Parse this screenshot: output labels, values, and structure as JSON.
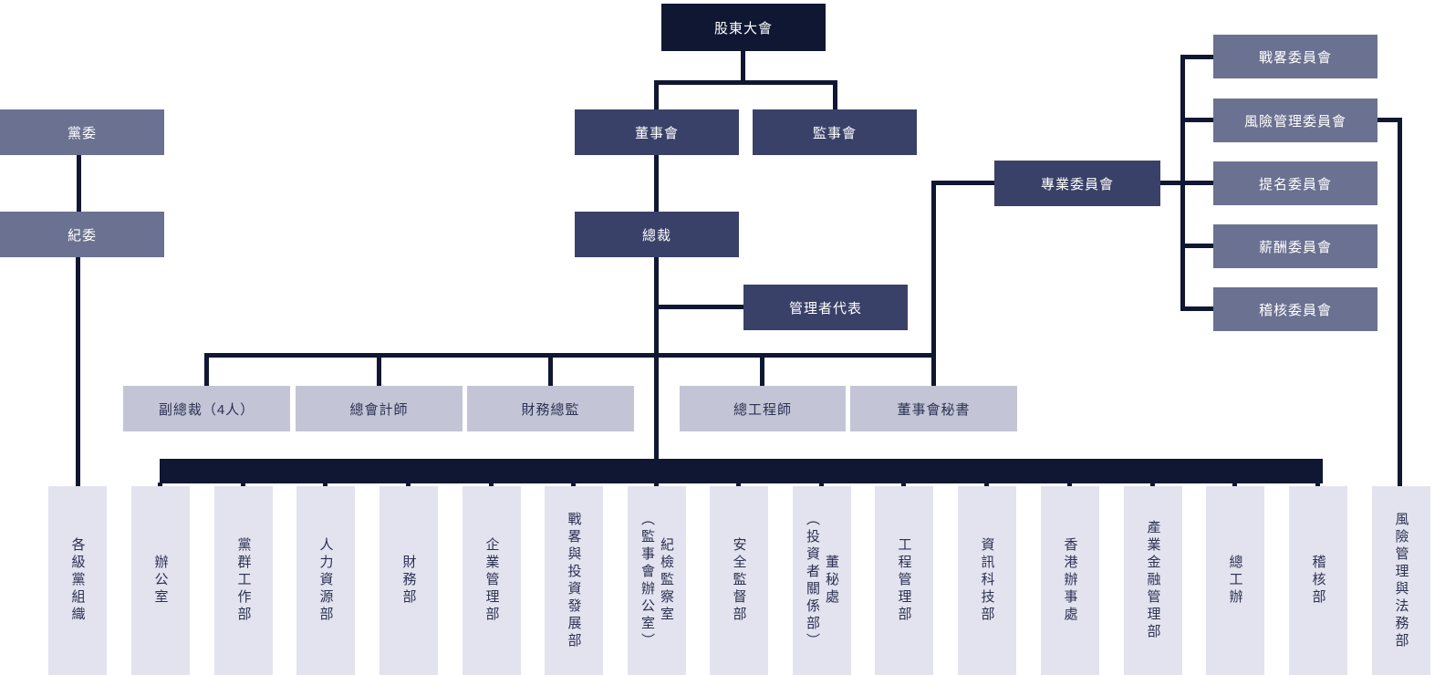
{
  "colors": {
    "darkest": "#101732",
    "dark": "#3a4168",
    "medium": "#6b7190",
    "light": "#c3c5d6",
    "lightest": "#e2e3ee",
    "text-dark": "#2c3152",
    "text-light": "#ffffff"
  },
  "org": {
    "shareholders": "股東大會",
    "board": "董事會",
    "supervisory_board": "監事會",
    "party_committee": "黨委",
    "discipline_committee": "紀委",
    "president": "總裁",
    "management_representative": "管理者代表",
    "professional_committees": "專業委員會",
    "committees": [
      "戰畧委員會",
      "風險管理委員會",
      "提名委員會",
      "薪酬委員會",
      "稽核委員會"
    ],
    "executives": [
      "副總裁（4人）",
      "總會計師",
      "財務總監",
      "總工程師",
      "董事會秘書"
    ],
    "departments": [
      "各級黨組織",
      "辦公室",
      "黨群工作部",
      "人力資源部",
      "財務部",
      "企業管理部",
      "戰畧與投資發展部",
      "紀檢監察室\n（監事會辦公室）",
      "安全監督部",
      "董秘處\n（投資者關係部）",
      "工程管理部",
      "資訊科技部",
      "香港辦事處",
      "產業金融管理部",
      "總工辦",
      "稽核部",
      "風險管理與法務部"
    ]
  }
}
